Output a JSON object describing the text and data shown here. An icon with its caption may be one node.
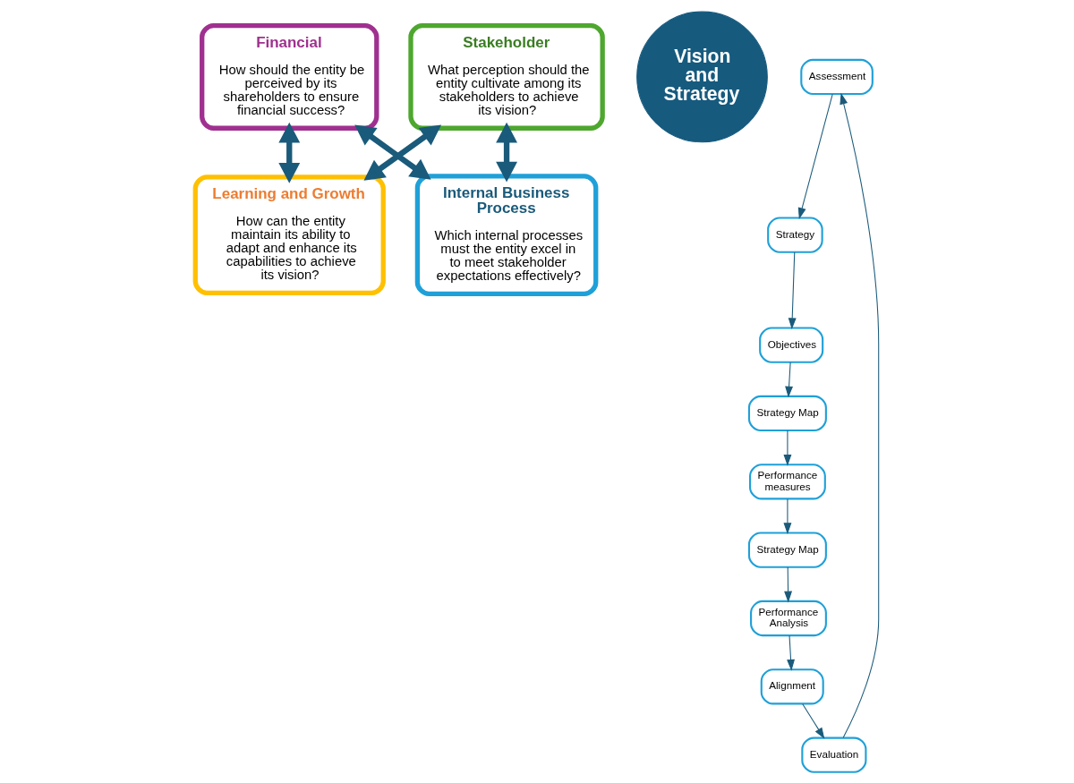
{
  "diagram": {
    "nodes": [
      {
        "text": [
          "Learning and Growth",
          "How can the entity maintain its ability to adapt and enhance its capabilities to achieve its vision?"
        ]
      },
      {
        "text": [
          "Financial",
          "How should the entity be perceived by its shareholders to ensure financial success?"
        ]
      },
      {
        "text": [
          "Stakeholder",
          "What perception should the entity cultivate among its stakeholders to achieve its vision?"
        ]
      },
      {
        "text": [
          "Internal Business Process",
          "Which internal processes must the entity excel in to meet stakeholder expectations effectively?"
        ]
      },
      {
        "text": [
          "Vision and Strategy"
        ]
      },
      {
        "text": [
          "Assessment"
        ]
      },
      {
        "text": [
          "Strategy"
        ]
      },
      {
        "text": [
          "Objectives"
        ]
      },
      {
        "text": [
          "Strategy Map"
        ]
      },
      {
        "text": [
          "Performance measures"
        ]
      },
      {
        "text": [
          "Strategy Map"
        ]
      },
      {
        "text": [
          "Performance Analysis"
        ]
      },
      {
        "text": [
          "Alignment"
        ]
      },
      {
        "text": [
          "Evaluation"
        ]
      }
    ],
    "edges": [
      {
        "from": 1,
        "to": 0,
        "arrow": "both",
        "style": "thick"
      },
      {
        "from": 2,
        "to": 0,
        "arrow": "both",
        "style": "thick"
      },
      {
        "from": 1,
        "to": 3,
        "arrow": "both",
        "style": "thick"
      },
      {
        "from": 2,
        "to": 3,
        "arrow": "both",
        "style": "thick"
      },
      {
        "from": 13,
        "to": 5,
        "arrow": "to"
      },
      {
        "from": 5,
        "to": 6,
        "arrow": "to"
      },
      {
        "from": 6,
        "to": 7,
        "arrow": "to"
      },
      {
        "from": 7,
        "to": 8,
        "arrow": "to"
      },
      {
        "from": 8,
        "to": 9,
        "arrow": "to"
      },
      {
        "from": 9,
        "to": 10,
        "arrow": "to"
      },
      {
        "from": 10,
        "to": 11,
        "arrow": "to"
      },
      {
        "from": 11,
        "to": 12,
        "arrow": "to"
      },
      {
        "from": 12,
        "to": 13,
        "arrow": "to"
      }
    ]
  }
}
